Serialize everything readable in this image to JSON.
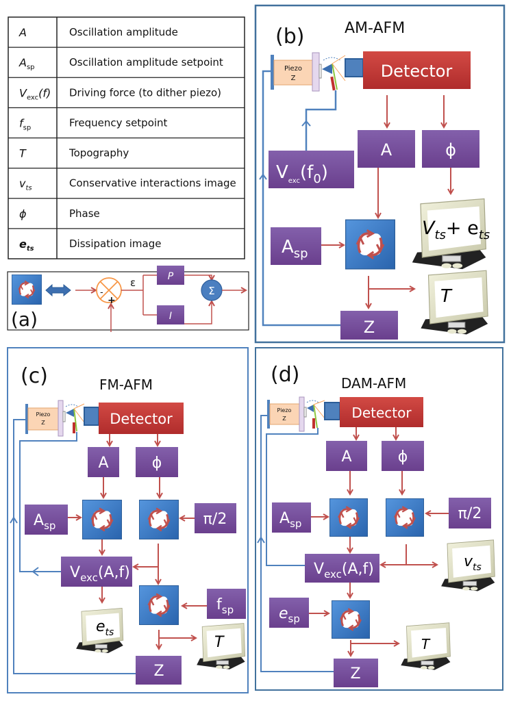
{
  "legend_table": {
    "rows": [
      {
        "symbol": "A",
        "symbol_sub": "",
        "symbol_suffix": "",
        "description": "Oscillation amplitude"
      },
      {
        "symbol": "A",
        "symbol_sub": "sp",
        "symbol_suffix": "",
        "description": "Oscillation amplitude setpoint"
      },
      {
        "symbol": "V",
        "symbol_sub": "exc",
        "symbol_suffix": "(f)",
        "description": "Driving force (to dither piezo)"
      },
      {
        "symbol": "f",
        "symbol_sub": "sp",
        "symbol_suffix": "",
        "description": "Frequency setpoint"
      },
      {
        "symbol": "T",
        "symbol_sub": "",
        "symbol_suffix": "",
        "description": "Topography"
      },
      {
        "symbol": "v",
        "symbol_sub": "ts",
        "symbol_suffix": "",
        "description": "Conservative interactions image"
      },
      {
        "symbol": "ϕ",
        "symbol_sub": "",
        "symbol_suffix": "",
        "description": "Phase"
      },
      {
        "symbol": "e",
        "symbol_sub": "ts",
        "symbol_suffix": "",
        "description": "Dissipation image"
      }
    ]
  },
  "panel_a": {
    "label": "(a)",
    "minus": "-",
    "plus": "+",
    "error": "ε",
    "p_block": "P",
    "i_block": "I",
    "sum": "Σ"
  },
  "panel_b": {
    "label": "(b)",
    "title": "AM-AFM",
    "piezo": [
      "Piezo",
      "Z"
    ],
    "detector": "Detector",
    "amp": "A",
    "phase": "ϕ",
    "vexc": {
      "main": "V",
      "sub": "exc",
      "rest": "(f",
      "sub2": "0",
      "end": ")"
    },
    "asp": {
      "main": "A",
      "sub": "sp"
    },
    "z": "Z",
    "monitor_1": {
      "main": "V",
      "sub": "ts",
      "mid": "+ e",
      "sub2": "ts"
    },
    "monitor_2": "T"
  },
  "panel_c": {
    "label": "(c)",
    "title": "FM-AFM",
    "piezo": [
      "Piezo",
      "Z"
    ],
    "detector": "Detector",
    "amp": "A",
    "phase": "ϕ",
    "asp": {
      "main": "A",
      "sub": "sp"
    },
    "pi2": "π/2",
    "vexc": {
      "main": "V",
      "sub": "exc",
      "rest": "(A,f)"
    },
    "fsp": {
      "main": "f",
      "sub": "sp"
    },
    "z": "Z",
    "monitor_1": {
      "main": "e",
      "sub": "ts"
    },
    "monitor_2": "T"
  },
  "panel_d": {
    "label": "(d)",
    "title": "DAM-AFM",
    "piezo": [
      "Piezo",
      "Z"
    ],
    "detector": "Detector",
    "amp": "A",
    "phase": "ϕ",
    "asp": {
      "main": "A",
      "sub": "sp"
    },
    "pi2": "π/2",
    "vexc": {
      "main": "V",
      "sub": "exc",
      "rest": "(A,f)"
    },
    "esp": {
      "main": "e",
      "sub": "sp"
    },
    "z": "Z",
    "monitor_1": {
      "main": "v",
      "sub": "ts"
    },
    "monitor_2": "T"
  },
  "colors": {
    "purple": "#7a4f9e",
    "detector_red": "#c8373a",
    "controller_blue": "#3b78c4",
    "arrow_red": "#c0504d",
    "feedback_blue": "#4f81bd",
    "panel_border": "#41719c",
    "piezo_orange": "#fbd5b5",
    "orange_circle": "#f79646"
  }
}
